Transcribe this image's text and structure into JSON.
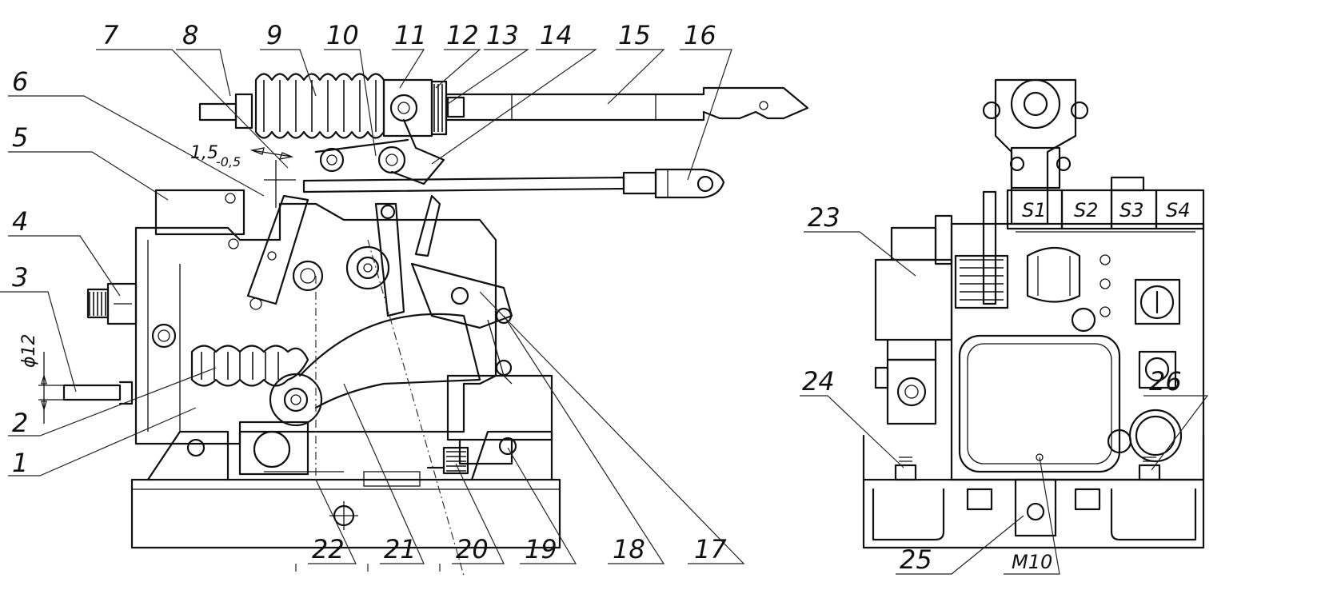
{
  "callouts_left": [
    {
      "label": "1"
    },
    {
      "label": "2"
    },
    {
      "label": "3"
    },
    {
      "label": "4"
    },
    {
      "label": "5"
    },
    {
      "label": "6"
    },
    {
      "label": "7"
    },
    {
      "label": "8"
    },
    {
      "label": "9"
    },
    {
      "label": "10"
    },
    {
      "label": "11"
    },
    {
      "label": "12"
    },
    {
      "label": "13"
    },
    {
      "label": "14"
    },
    {
      "label": "15"
    },
    {
      "label": "16"
    },
    {
      "label": "17"
    },
    {
      "label": "18"
    },
    {
      "label": "19"
    },
    {
      "label": "20"
    },
    {
      "label": "21"
    },
    {
      "label": "22"
    }
  ],
  "callouts_right": [
    {
      "label": "23"
    },
    {
      "label": "24"
    },
    {
      "label": "25"
    },
    {
      "label": "26"
    }
  ],
  "dimensions": {
    "gap_value": "1,5",
    "gap_tolerance": "-0,5",
    "diameter": "ϕ12",
    "thread": "M10"
  },
  "terminal_blocks": [
    "S1",
    "S2",
    "S3",
    "S4"
  ]
}
